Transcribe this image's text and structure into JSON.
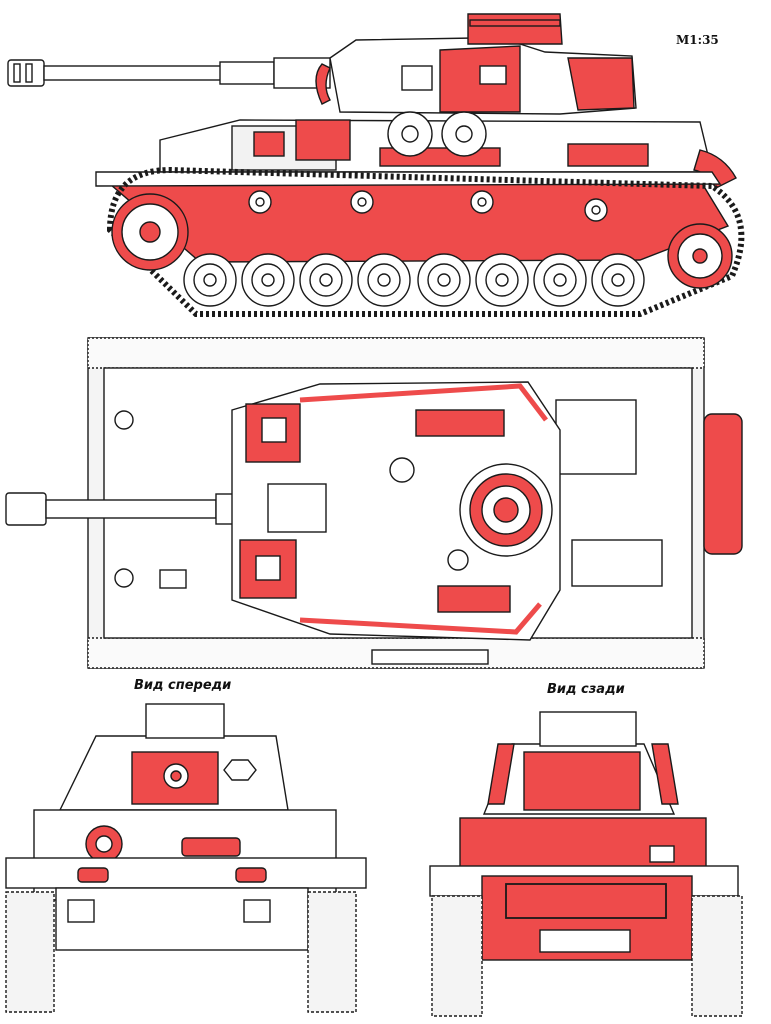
{
  "scale": "M1:35",
  "views": {
    "front_label": "Вид спереди",
    "rear_label": "Вид сзади"
  },
  "colors": {
    "highlight": "#ee4b4b",
    "line": "#1a1a1a",
    "paper": "#ffffff",
    "panel": "#f2f2f2"
  }
}
